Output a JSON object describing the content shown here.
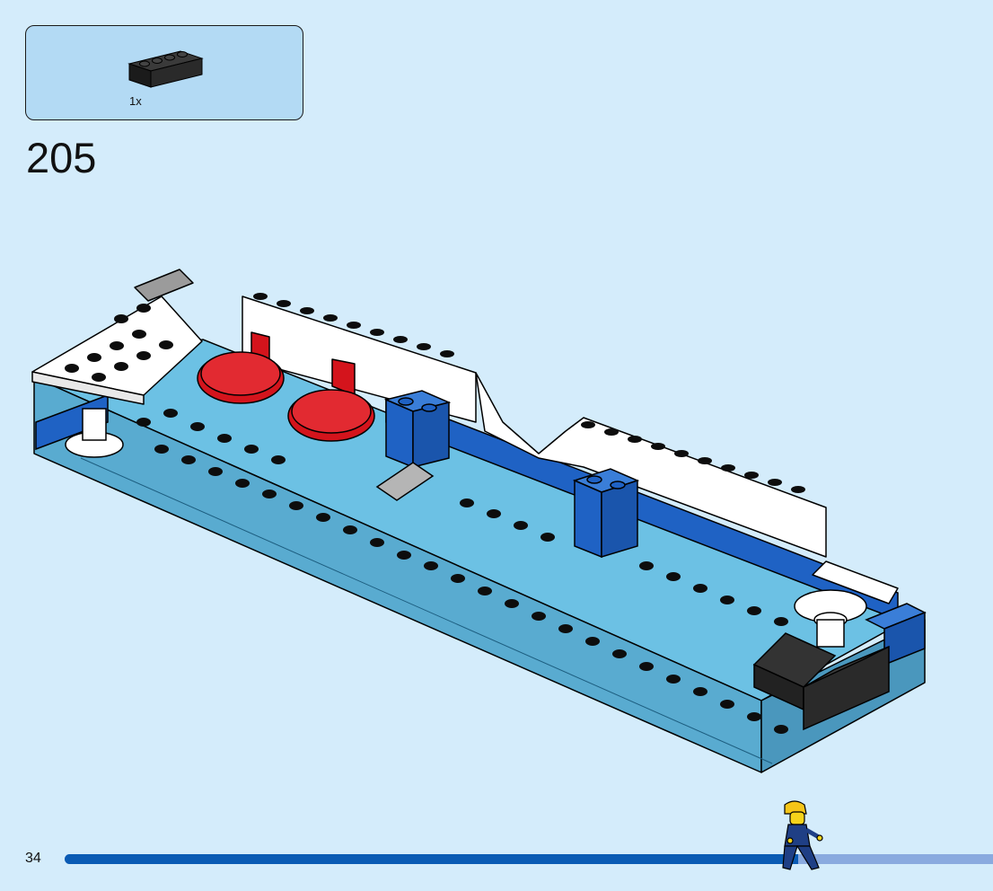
{
  "parts_callout": {
    "part_icon": "black-1x4-brick-icon",
    "quantity": "1x"
  },
  "step": {
    "number": "205"
  },
  "footer": {
    "page_number": "34",
    "progress_fraction": 0.79,
    "progress_icon": "walking-minifigure-icon"
  },
  "colors": {
    "background": "#d4ecfb",
    "callout_fill": "#b3daf4",
    "progress_filled": "#0a5bb4",
    "progress_remaining": "#8aaadf",
    "baseplate_light_blue": "#5fb3d8",
    "brick_blue": "#1f62c4",
    "brick_red": "#d4141c",
    "brick_white": "#ffffff",
    "brick_black": "#222222"
  }
}
